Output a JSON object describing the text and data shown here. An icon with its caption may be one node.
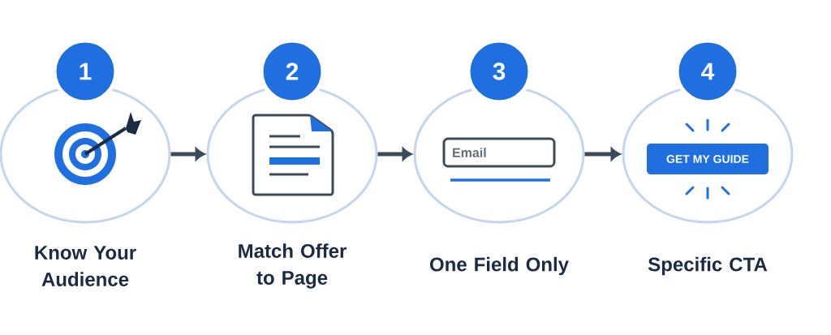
{
  "diagram": {
    "nodes": [
      {
        "text": [
          "1"
        ]
      },
      {
        "text": [
          "Know Your Audience"
        ]
      },
      {
        "text": [
          "2"
        ]
      },
      {
        "text": [
          "Match Offer to Page"
        ]
      },
      {
        "text": [
          "3"
        ]
      },
      {
        "text": [
          "One Field Only"
        ]
      },
      {
        "text": [
          "Email"
        ],
        "in": 5
      },
      {
        "text": [
          "4"
        ]
      },
      {
        "text": [
          "Specific CTA"
        ]
      },
      {
        "text": [
          "GET MY GUIDE"
        ],
        "in": 8
      }
    ],
    "edges": [
      {
        "from": 1,
        "to": 3,
        "arrow": "to"
      },
      {
        "from": 3,
        "to": 5,
        "arrow": "to"
      },
      {
        "from": 5,
        "to": 8,
        "arrow": "to"
      }
    ]
  }
}
